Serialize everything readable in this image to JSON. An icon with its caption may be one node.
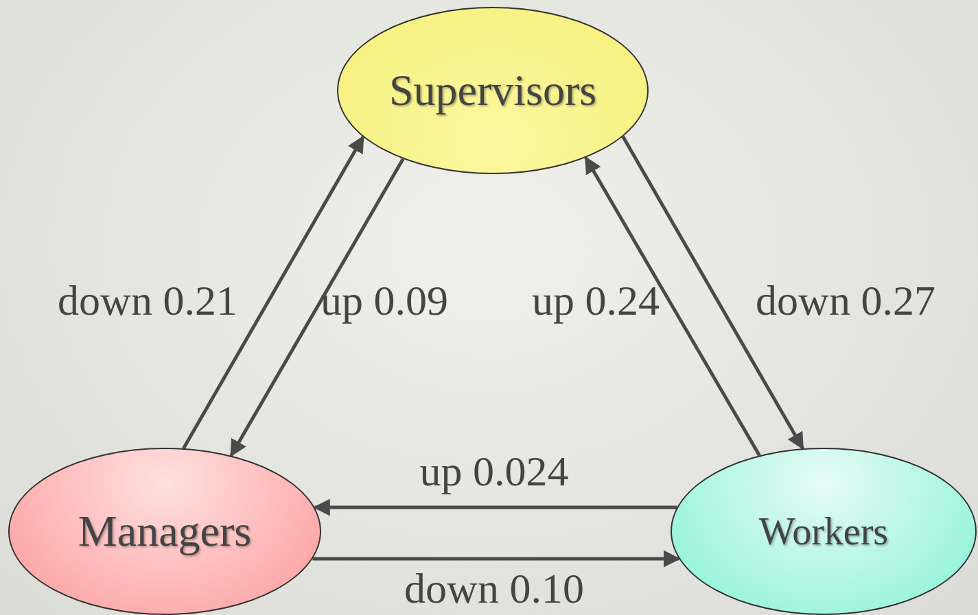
{
  "diagram": {
    "nodes": [
      {
        "text": [
          "Supervisors"
        ]
      },
      {
        "text": [
          "Managers"
        ]
      },
      {
        "text": [
          "Workers"
        ]
      }
    ],
    "edges": [
      {
        "from": 1,
        "to": 0,
        "arrow": "to",
        "label": "down 0.21"
      },
      {
        "from": 0,
        "to": 1,
        "arrow": "to",
        "label": "up 0.09"
      },
      {
        "from": 2,
        "to": 0,
        "arrow": "to",
        "label": "up 0.24"
      },
      {
        "from": 0,
        "to": 2,
        "arrow": "to",
        "label": "down 0.27"
      },
      {
        "from": 2,
        "to": 1,
        "arrow": "to",
        "label": "up 0.024"
      },
      {
        "from": 1,
        "to": 2,
        "arrow": "to",
        "label": "down 0.10"
      }
    ]
  }
}
